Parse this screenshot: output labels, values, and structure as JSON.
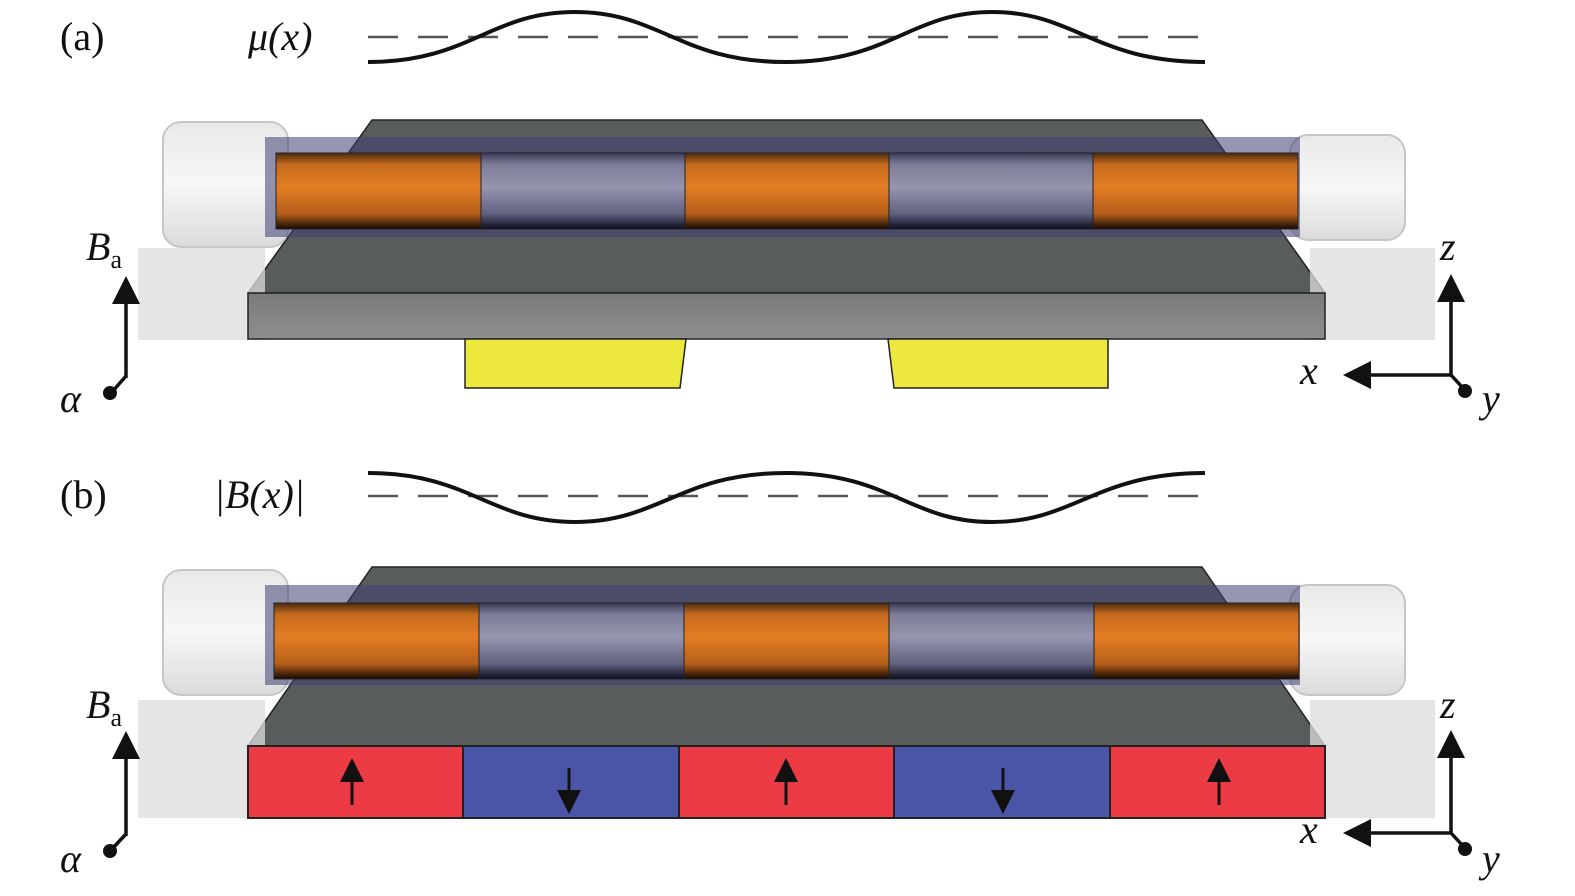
{
  "panel_a": {
    "label": "(a)",
    "curve_label": "μ(x)",
    "nanowire_segments": [
      "orange",
      "blue",
      "orange",
      "blue",
      "orange"
    ],
    "gate_count": 2
  },
  "panel_b": {
    "label": "(b)",
    "curve_label": "|B(x)|",
    "nanowire_segments": [
      "orange",
      "blue",
      "orange",
      "blue",
      "orange"
    ],
    "magnet_domains": [
      "up",
      "down",
      "up",
      "down",
      "up"
    ]
  },
  "axes": {
    "field_symbol": "B",
    "field_subscript": "a",
    "angle_symbol": "α",
    "x": "x",
    "y": "y",
    "z": "z"
  },
  "colors": {
    "wire_orange": "#e07a22",
    "wire_blue": "#8a8aa6",
    "substrate_grey": "#8a8a8a",
    "gate_yellow": "#ece83e",
    "magnet_red": "#ec3b45",
    "magnet_blue": "#4a55a8"
  }
}
